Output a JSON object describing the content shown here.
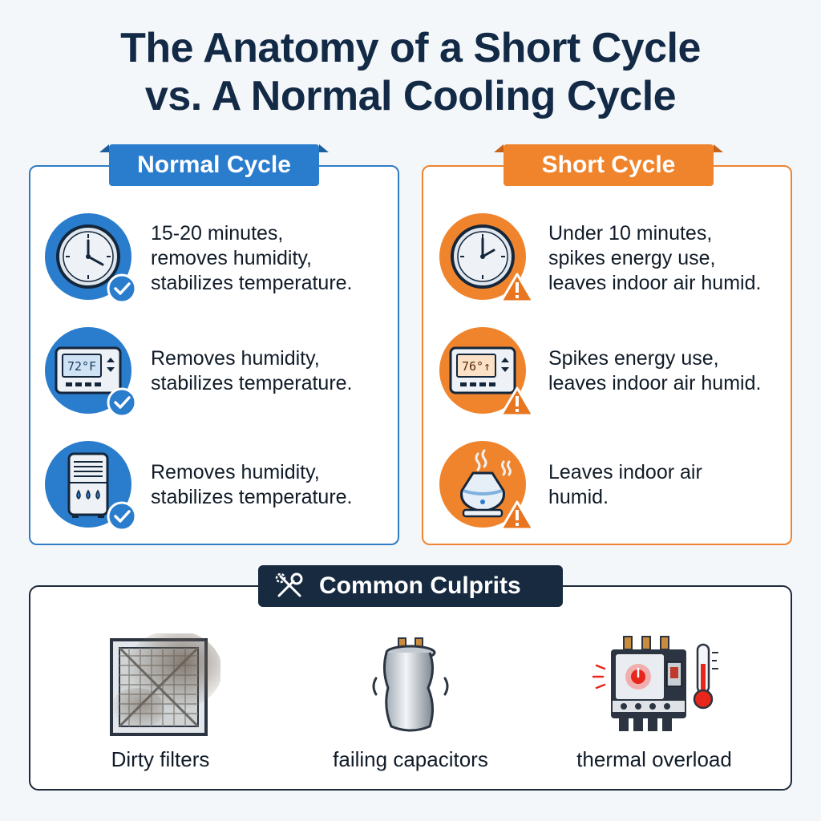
{
  "title": {
    "line1": "The Anatomy of a Short Cycle",
    "line2": "vs. A Normal Cooling Cycle"
  },
  "normal": {
    "heading": "Normal Cycle",
    "accent_color": "#2a7ccd",
    "items": [
      {
        "icon": "clock-icon",
        "badge": "checkmark-icon",
        "lines": [
          "15-20 minutes,",
          "removes humidity,",
          "stabilizes temperature."
        ]
      },
      {
        "icon": "thermostat-icon",
        "display": "72°F",
        "badge": "checkmark-icon",
        "lines": [
          "Removes humidity,",
          "stabilizes temperature."
        ]
      },
      {
        "icon": "dehumidifier-icon",
        "badge": "checkmark-icon",
        "lines": [
          "Removes humidity,",
          "stabilizes temperature."
        ]
      }
    ]
  },
  "short": {
    "heading": "Short Cycle",
    "accent_color": "#f0842d",
    "items": [
      {
        "icon": "clock-icon",
        "badge": "warning-icon",
        "lines": [
          "Under 10 minutes,",
          "spikes energy use,",
          "leaves indoor air humid."
        ]
      },
      {
        "icon": "thermostat-icon",
        "display": "76°↑",
        "badge": "warning-icon",
        "lines": [
          "Spikes energy use,",
          "leaves indoor air humid."
        ]
      },
      {
        "icon": "humidifier-icon",
        "badge": "warning-icon",
        "lines": [
          "Leaves indoor air",
          "humid."
        ]
      }
    ]
  },
  "culprits": {
    "heading": "Common Culprits",
    "heading_icon": "tools-icon",
    "items": [
      {
        "icon": "dirty-filter-icon",
        "label": "Dirty filters"
      },
      {
        "icon": "capacitor-icon",
        "label": "failing capacitors"
      },
      {
        "icon": "thermal-overload-icon",
        "label": "thermal overload"
      }
    ]
  }
}
